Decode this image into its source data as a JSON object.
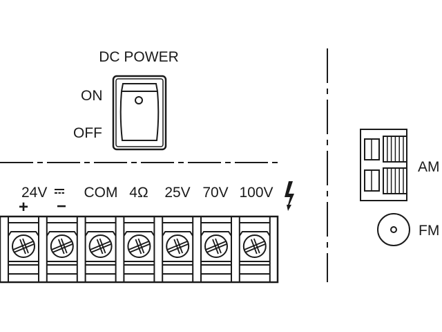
{
  "power_section": {
    "title": "DC POWER",
    "switch_on_label": "ON",
    "switch_off_label": "OFF"
  },
  "terminals": {
    "labels": [
      {
        "text": "24V",
        "suffix_icon": "dc-symbol-icon"
      },
      {
        "text": "COM"
      },
      {
        "text": "4Ω"
      },
      {
        "text": "25V"
      },
      {
        "text": "70V"
      },
      {
        "text": "100V"
      }
    ],
    "polarity_plus": "+",
    "polarity_minus": "−",
    "warning_icon": "high-voltage-icon",
    "count": 7
  },
  "antenna_section": {
    "am_label": "AM",
    "fm_label": "FM"
  },
  "colors": {
    "ink": "#1a1a1a",
    "background": "#ffffff"
  }
}
